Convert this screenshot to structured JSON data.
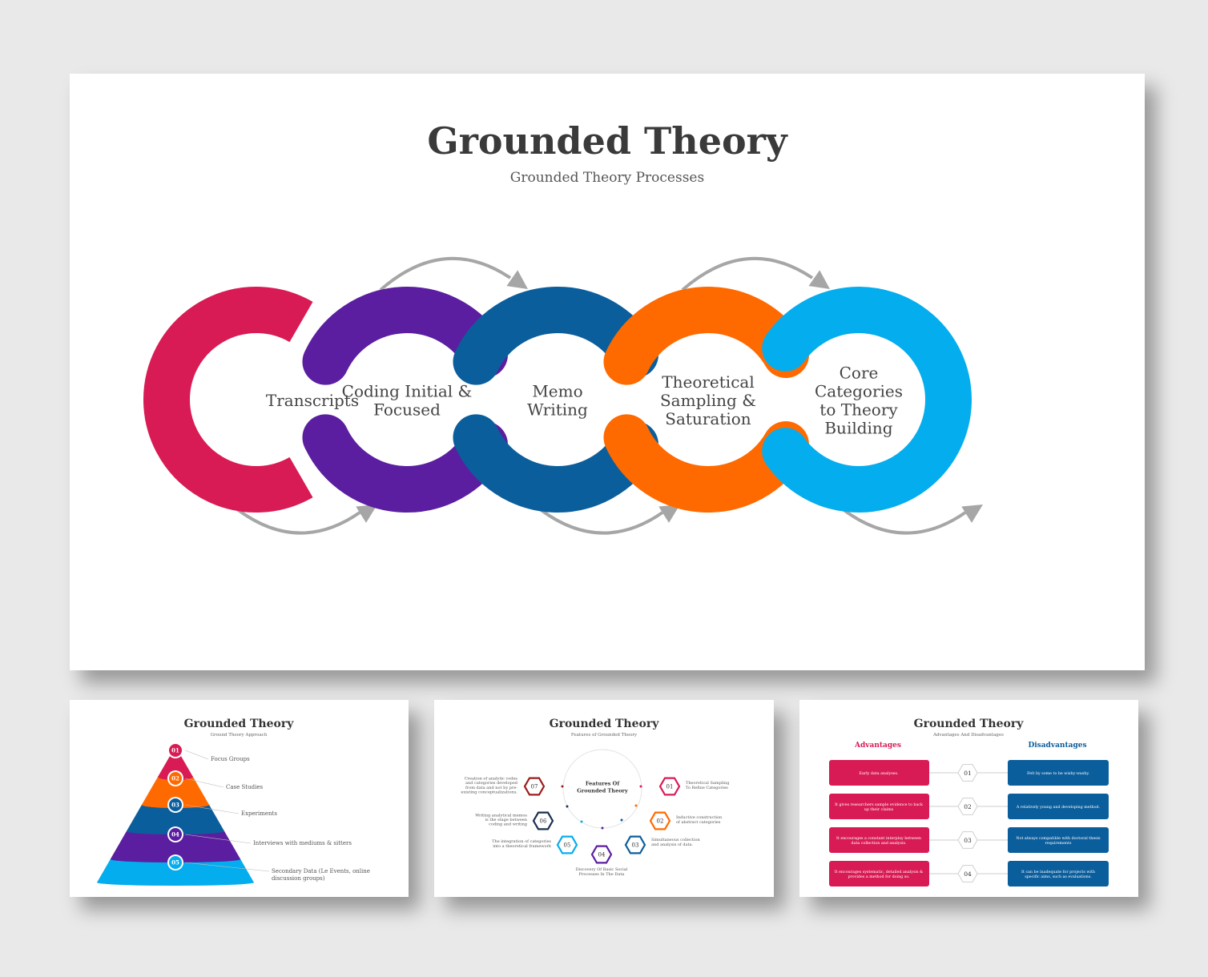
{
  "main": {
    "title": "Grounded Theory",
    "subtitle": "Grounded Theory Processes",
    "steps": [
      {
        "lines": [
          "Transcripts"
        ],
        "color": "#d81b55"
      },
      {
        "lines": [
          "Coding Initial &",
          "Focused"
        ],
        "color": "#5b1ea0"
      },
      {
        "lines": [
          "Memo",
          "Writing"
        ],
        "color": "#0b5e9c"
      },
      {
        "lines": [
          "Theoretical",
          "Sampling &",
          "Saturation"
        ],
        "color": "#ff6a00"
      },
      {
        "lines": [
          "Core",
          "Categories",
          "to Theory",
          "Building"
        ],
        "color": "#04adee"
      }
    ],
    "arrow_color": "#a6a6a6"
  },
  "thumb1": {
    "title": "Grounded Theory",
    "subtitle": "Ground Theory Approach",
    "levels": [
      {
        "num": "01",
        "label": "Focus Groups",
        "color": "#d81b55"
      },
      {
        "num": "02",
        "label": "Case Studies",
        "color": "#ff6a00"
      },
      {
        "num": "03",
        "label": "Experiments",
        "color": "#0b5e9c"
      },
      {
        "num": "04",
        "label": "Interviews with mediums & sitters",
        "color": "#5b1ea0"
      },
      {
        "num": "05",
        "label": "Secondary Data (Le Events, online discussion groups)",
        "color": "#04adee"
      }
    ]
  },
  "thumb2": {
    "title": "Grounded Theory",
    "subtitle": "Features of Grounded Theory",
    "center": [
      "Features Of",
      "Grounded Theory"
    ],
    "items": [
      {
        "num": "01",
        "text": [
          "Theoretical Sampling",
          "To Refine Categories"
        ],
        "color": "#d81b55"
      },
      {
        "num": "02",
        "text": [
          "Inductive construction",
          "of abstract categories"
        ],
        "color": "#ff6a00"
      },
      {
        "num": "03",
        "text": [
          "Simultaneous collection",
          "and analysis of data."
        ],
        "color": "#0b5e9c"
      },
      {
        "num": "04",
        "text": [
          "Discovery Of Basic Social",
          "Processes In The Data"
        ],
        "color": "#5b1ea0"
      },
      {
        "num": "05",
        "text": [
          "The integration of categories",
          "into a theoretical framework"
        ],
        "color": "#04adee"
      },
      {
        "num": "06",
        "text": [
          "Writing analytical memos",
          "is the stage between",
          "coding and writing"
        ],
        "color": "#1b2f4e"
      },
      {
        "num": "07",
        "text": [
          "Creation of analytic codes",
          "and categories developed",
          "from data and not by pre-",
          "existing conceptualizations."
        ],
        "color": "#9b1c1c"
      }
    ]
  },
  "thumb3": {
    "title": "Grounded Theory",
    "subtitle": "Advantages And Disadvantages",
    "adv_title": "Advantages",
    "dis_title": "Disadvantages",
    "adv_color": "#d81b55",
    "dis_color": "#0b5e9c",
    "rows": [
      {
        "num": "01",
        "adv": [
          "Early data analyses."
        ],
        "dis": [
          "Felt by some to be wishy-washy."
        ]
      },
      {
        "num": "02",
        "adv": [
          "It gives researchers sample evidence to back",
          "up their claims"
        ],
        "dis": [
          "A relatively young and developing method."
        ]
      },
      {
        "num": "03",
        "adv": [
          "It encourages a constant interplay between",
          "data collection and analysis."
        ],
        "dis": [
          "Not always compatible with doctoral thesis",
          "requirements"
        ]
      },
      {
        "num": "04",
        "adv": [
          "It encourages systematic, detailed analysis &",
          "provides a method for doing so."
        ],
        "dis": [
          "It can be inadequate for projects with",
          "specific aims, such as evaluations."
        ]
      }
    ]
  }
}
